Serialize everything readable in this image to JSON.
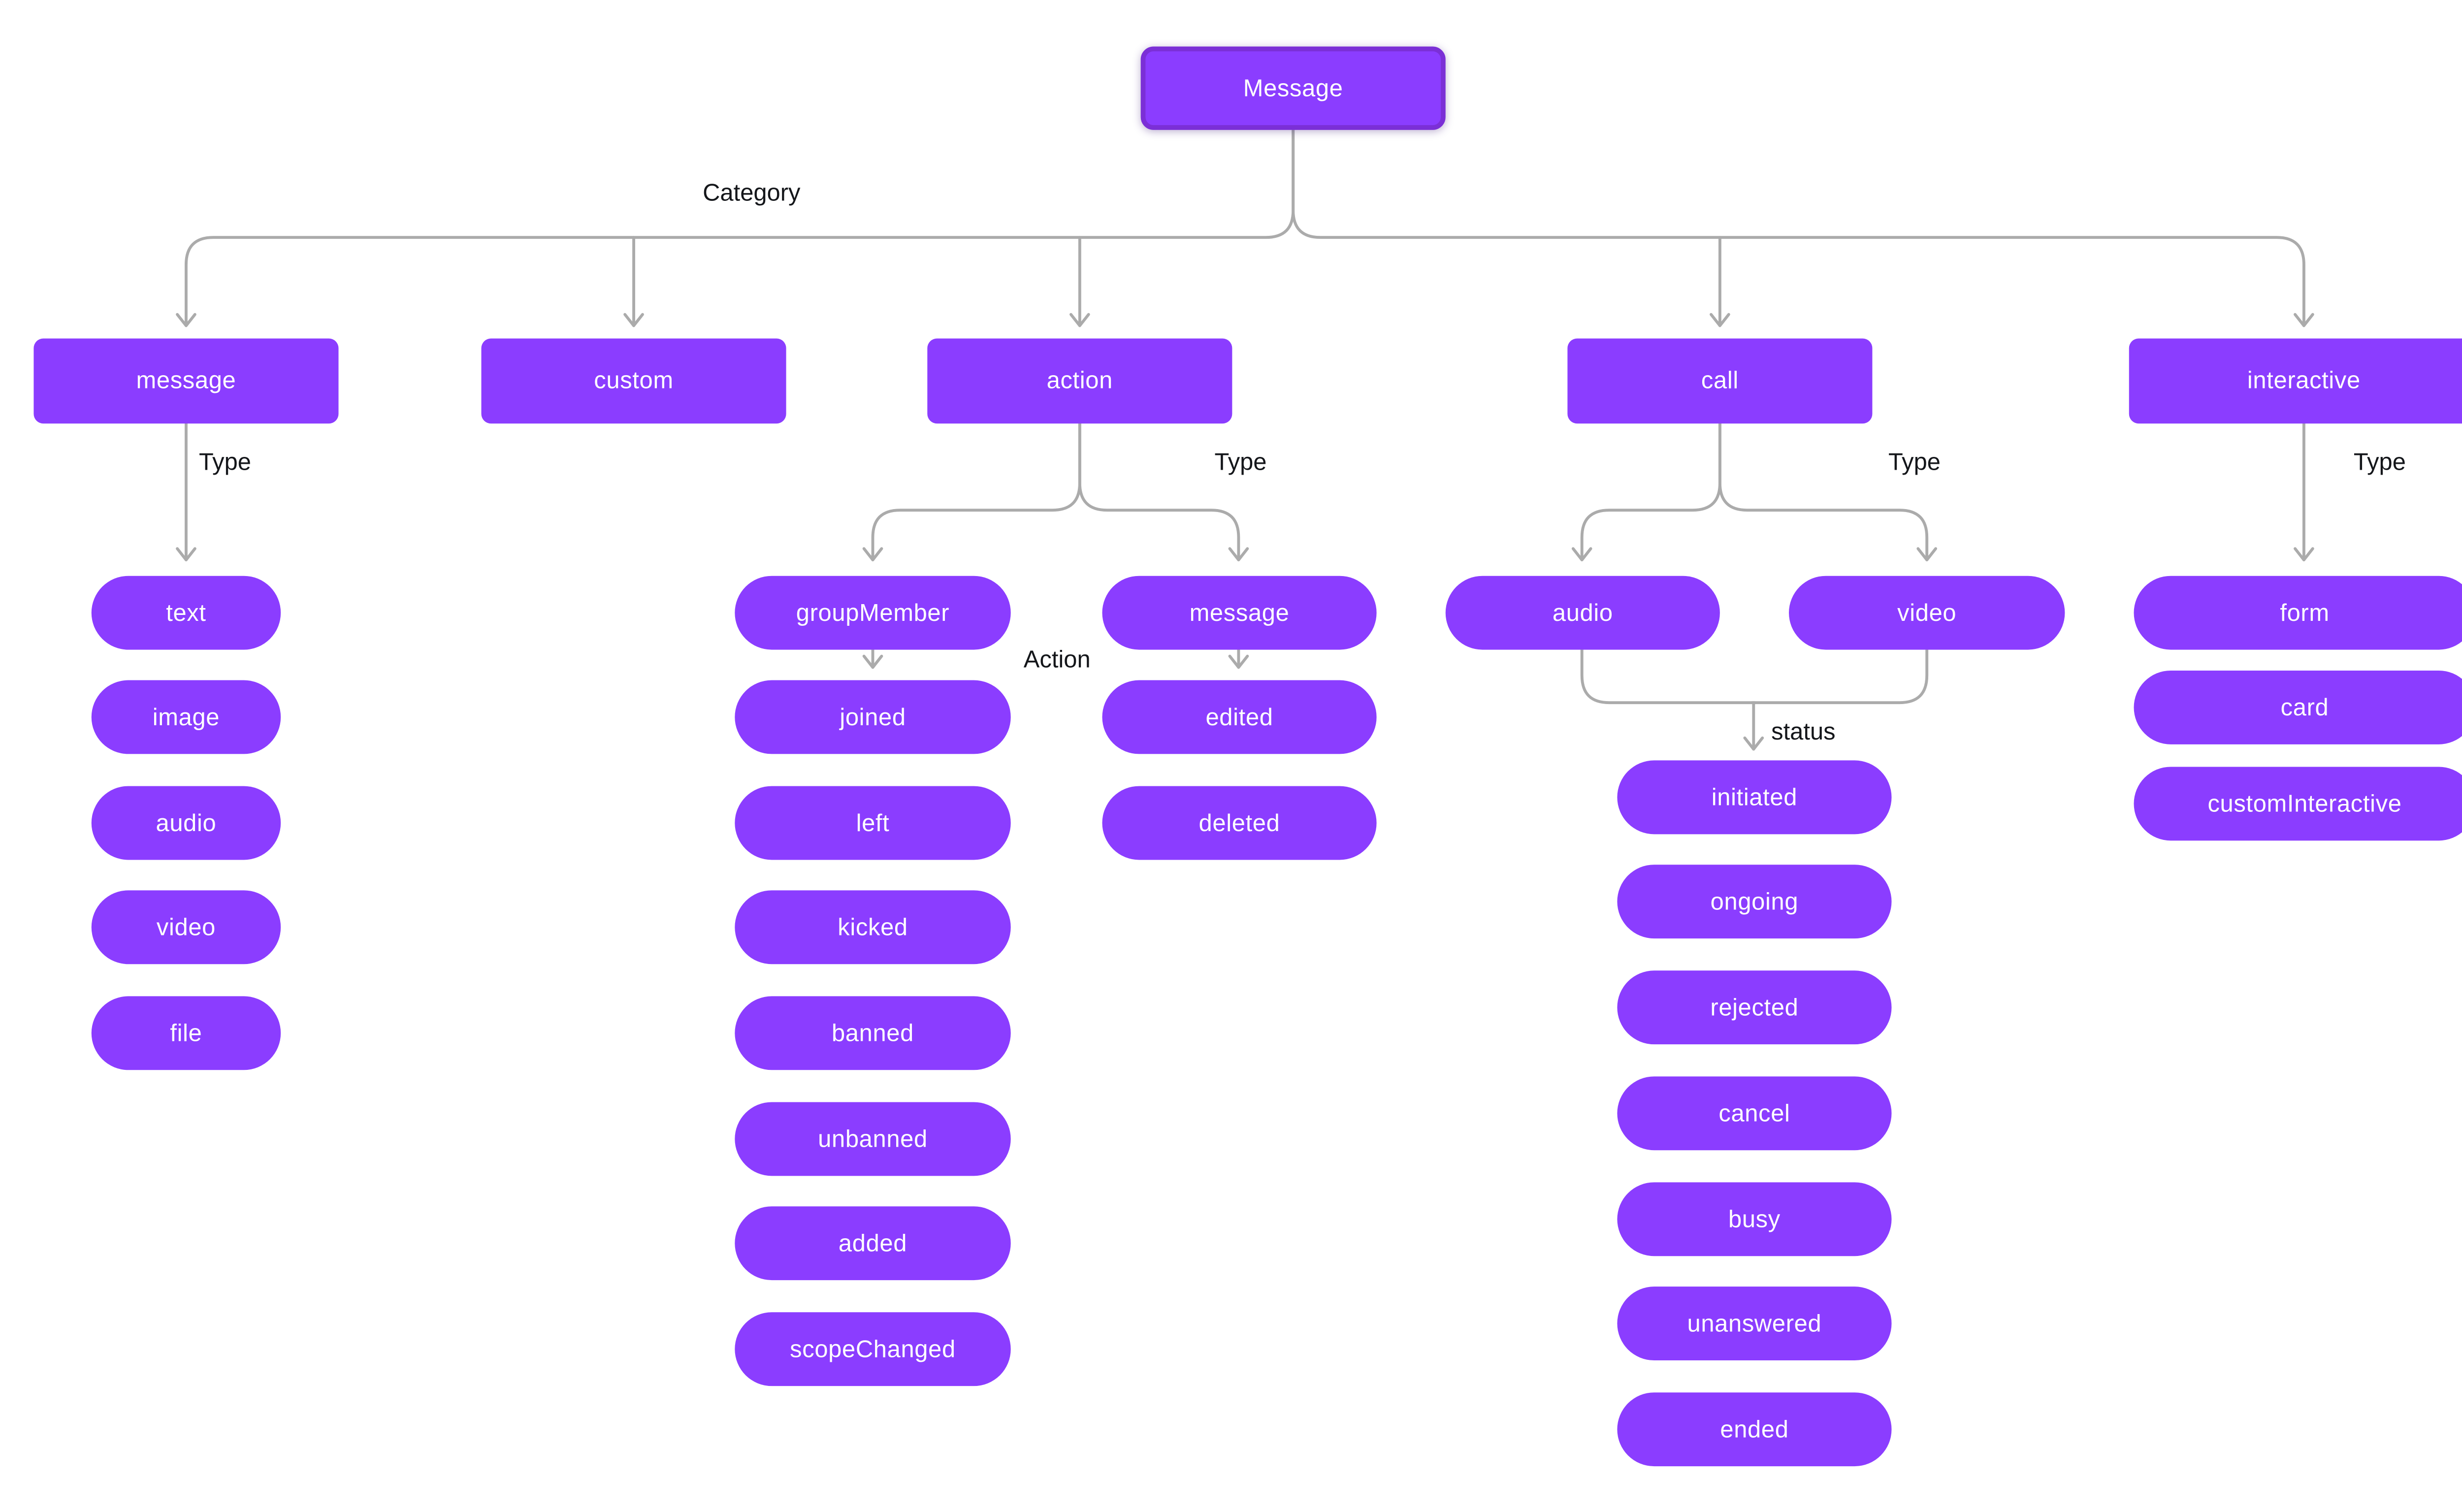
{
  "colors": {
    "background": "#FFFFFF",
    "node_fill": "#8B3DFF",
    "root_border": "#7B2FD6",
    "node_text": "#FFFFFF",
    "edge": "#ABABAB",
    "edge_label": "#14161A"
  },
  "root": {
    "label": "Message"
  },
  "labels": {
    "category": "Category",
    "type": "Type",
    "action": "Action",
    "status": "status"
  },
  "categories": [
    {
      "label": "message"
    },
    {
      "label": "custom"
    },
    {
      "label": "action"
    },
    {
      "label": "call"
    },
    {
      "label": "interactive"
    }
  ],
  "message_types": [
    {
      "label": "text"
    },
    {
      "label": "image"
    },
    {
      "label": "audio"
    },
    {
      "label": "video"
    },
    {
      "label": "file"
    }
  ],
  "action_types": [
    {
      "label": "groupMember"
    },
    {
      "label": "message"
    }
  ],
  "group_member_actions": [
    {
      "label": "joined"
    },
    {
      "label": "left"
    },
    {
      "label": "kicked"
    },
    {
      "label": "banned"
    },
    {
      "label": "unbanned"
    },
    {
      "label": "added"
    },
    {
      "label": "scopeChanged"
    }
  ],
  "action_message_states": [
    {
      "label": "edited"
    },
    {
      "label": "deleted"
    }
  ],
  "call_types": [
    {
      "label": "audio"
    },
    {
      "label": "video"
    }
  ],
  "call_statuses": [
    {
      "label": "initiated"
    },
    {
      "label": "ongoing"
    },
    {
      "label": "rejected"
    },
    {
      "label": "cancel"
    },
    {
      "label": "busy"
    },
    {
      "label": "unanswered"
    },
    {
      "label": "ended"
    }
  ],
  "interactive_types": [
    {
      "label": "form"
    },
    {
      "label": "card"
    },
    {
      "label": "customInteractive"
    }
  ]
}
